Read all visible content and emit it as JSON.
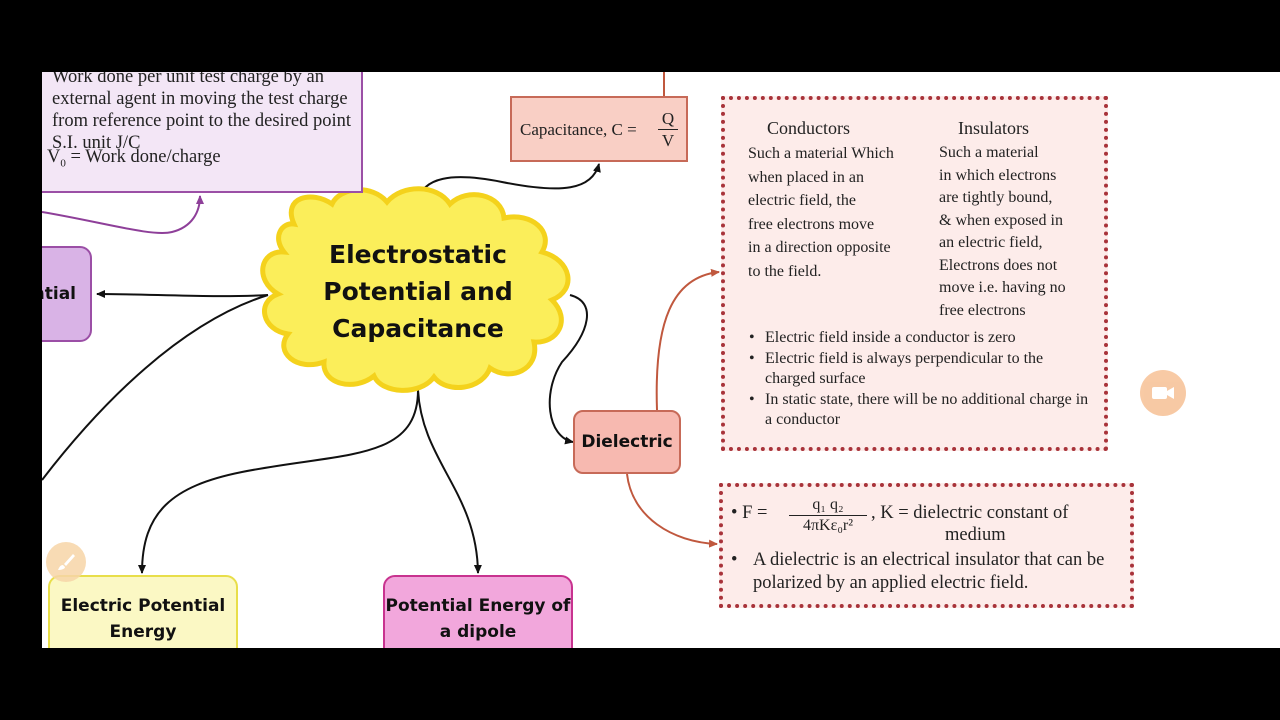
{
  "work_box": {
    "text": "Work done per unit test charge by an external agent in moving the test charge from reference point to the desired point S.I. unit J/C",
    "formula_v": "V",
    "formula_sub": "0",
    "formula_rest": " = Work done/charge"
  },
  "potential_box": {
    "label": "ntial"
  },
  "capacitance": {
    "label": "Capacitance, C =",
    "numerator": "Q",
    "denominator": "V"
  },
  "center_node": {
    "line1": "Electrostatic",
    "line2": "Potential and",
    "line3": "Capacitance"
  },
  "dielectric_node": {
    "label": "Dielectric"
  },
  "conductors": {
    "title": "Conductors",
    "lines": [
      "Such a material Which",
      "when placed in an",
      "electric field, the",
      "free electrons move",
      "in a direction opposite",
      "to the field."
    ]
  },
  "insulators": {
    "title": "Insulators",
    "lines": [
      "Such a material",
      "in which electrons",
      "are tightly bound,",
      "& when exposed in",
      "an electric field,",
      "Electrons does not",
      "move i.e. having no",
      "free electrons"
    ]
  },
  "conductor_facts": [
    "Electric field inside a conductor is zero",
    "Electric field is always perpendicular to the charged surface",
    "In static state, there will be no additional charge in a conductor"
  ],
  "dielectric_info": {
    "bullet": "•",
    "f_label": "F =",
    "numerator": "q₁ q₂",
    "denominator": "4πKε₀r²",
    "k_text": ", K = dielectric constant of",
    "medium": "medium",
    "definition": "A dielectric is an electrical insulator that can be polarized by an applied electric field."
  },
  "electric_potential_energy": {
    "line1": "Electric Potential",
    "line2": "Energy"
  },
  "dipole_energy": {
    "line1": "Potential Energy of",
    "line2": "a dipole"
  },
  "colors": {
    "cloud_fill": "#fbee5a",
    "cloud_stroke": "#f4d21c",
    "arrow_black": "#111111",
    "arrow_red": "#c0583e",
    "arrow_purple": "#8e3f99"
  },
  "icons": {
    "camera": "camera-icon",
    "brush": "brush-icon"
  }
}
